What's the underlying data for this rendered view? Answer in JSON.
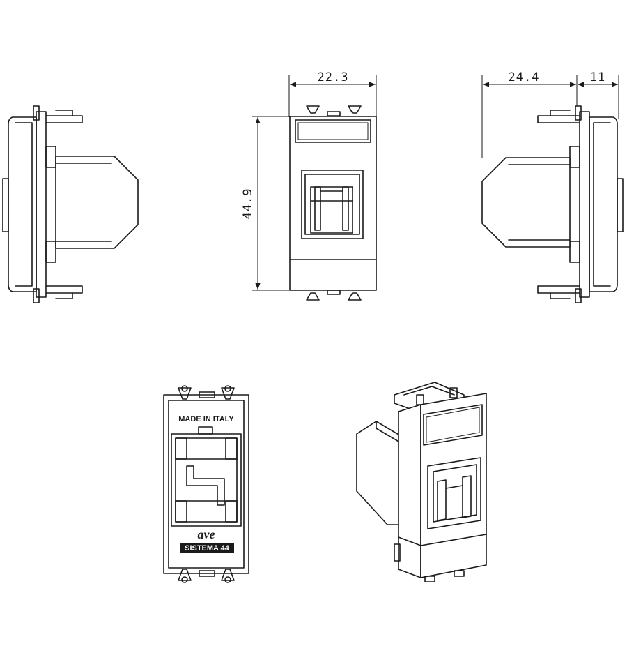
{
  "dimensions": {
    "front_width": "22.3",
    "front_height": "44.9",
    "side_depth": "24.4",
    "side_frame": "11"
  },
  "markings": {
    "origin": "MADE IN ITALY",
    "brand": "ave",
    "series": "SISTEMA 44"
  }
}
